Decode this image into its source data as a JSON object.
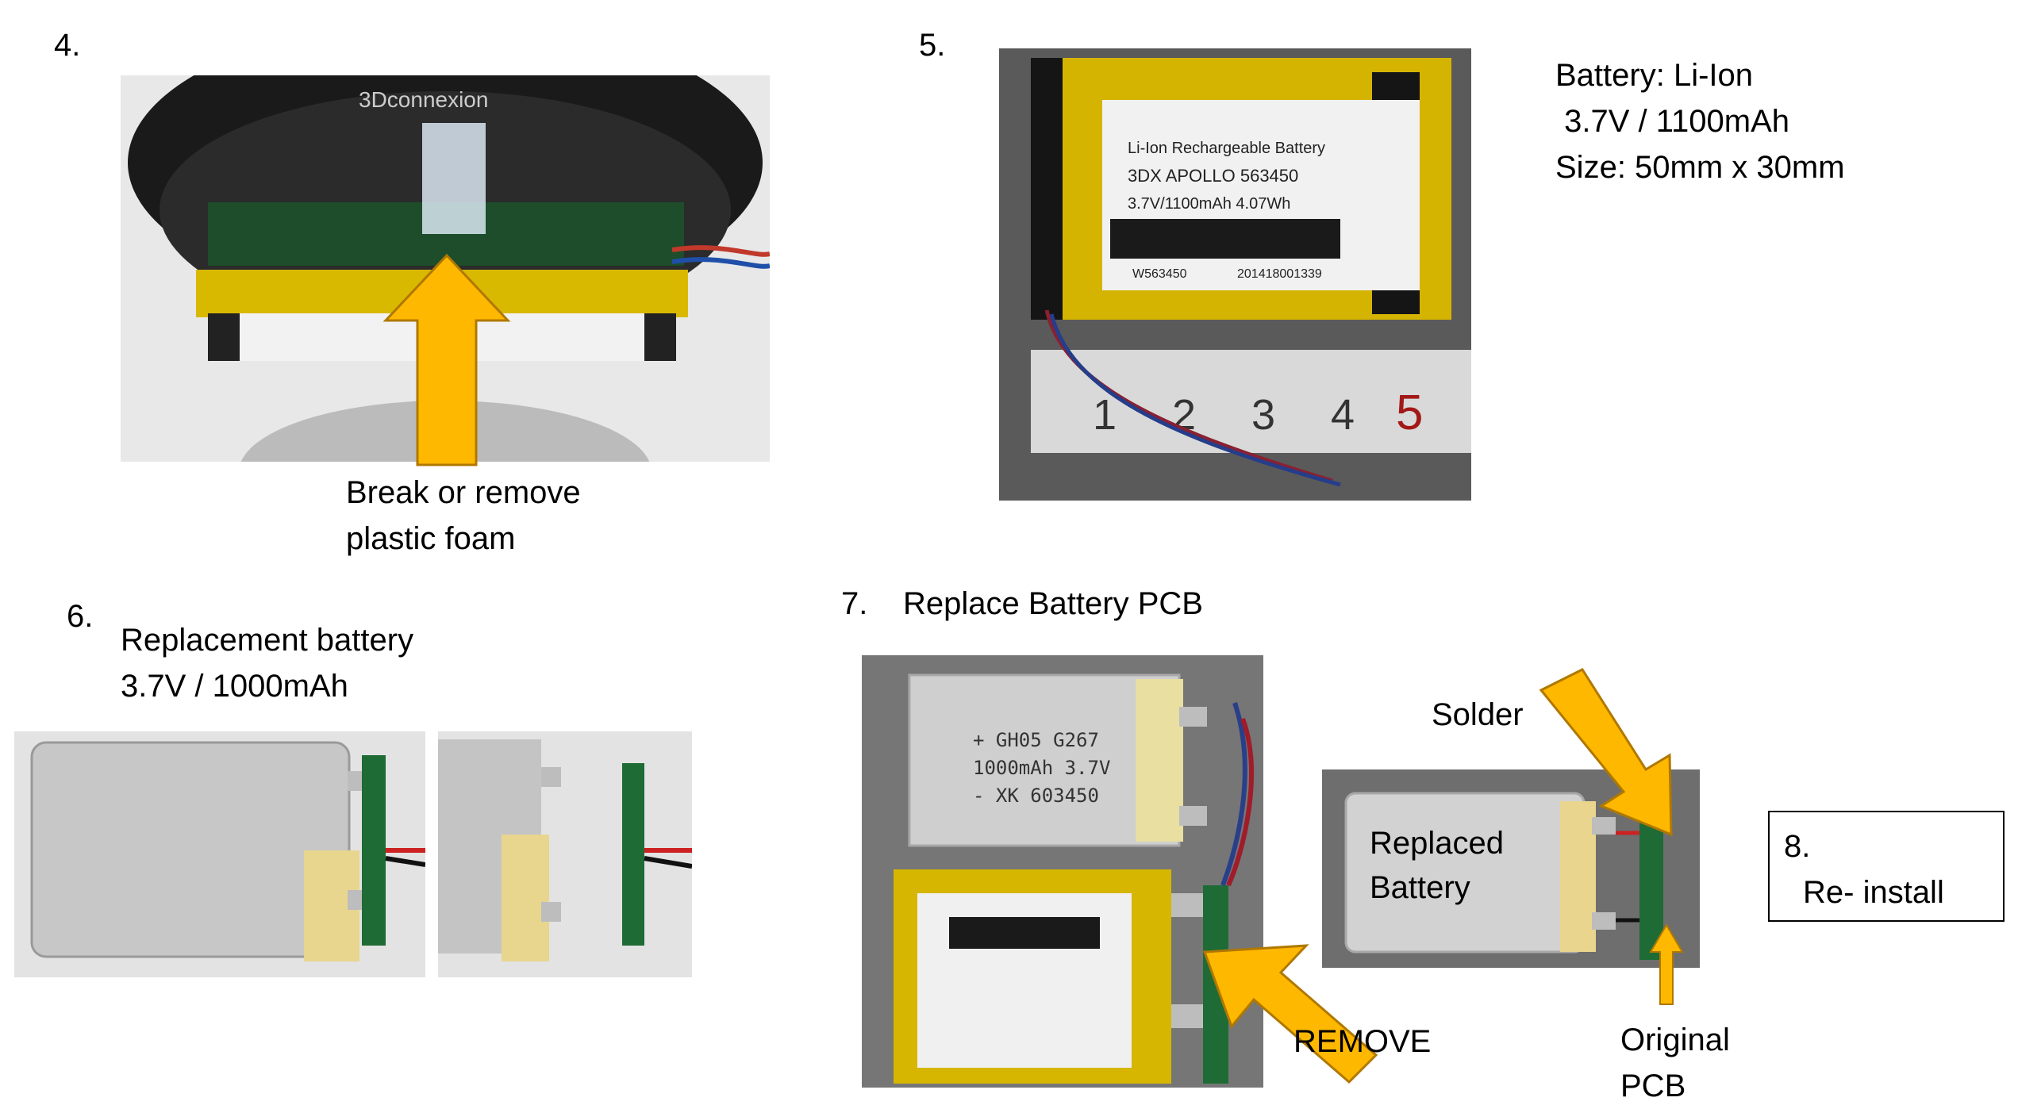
{
  "steps": {
    "s4": {
      "number": "4.",
      "caption_line1": "Break or remove",
      "caption_line2": "plastic foam"
    },
    "s5": {
      "number": "5.",
      "spec_line1": "Battery: Li-Ion",
      "spec_line2": " 3.7V / 1100mAh",
      "spec_line3": "Size: 50mm x 30mm"
    },
    "s6": {
      "number": "6.",
      "title_line1": "Replacement battery",
      "title_line2": "3.7V / 1000mAh"
    },
    "s7": {
      "number": "7.",
      "title": "Replace Battery PCB",
      "label_solder": "Solder",
      "label_replaced_1": "Replaced",
      "label_replaced_2": "Battery",
      "label_remove": "REMOVE",
      "label_original_1": "Original",
      "label_original_2": "PCB"
    },
    "s8": {
      "number": "8.",
      "title": "Re- install"
    }
  },
  "photo_text": {
    "brand": "3Dconnexion",
    "old_battery_line1": "Li-Ion Rechargeable Battery",
    "old_battery_line2": "3DX APOLLO 563450",
    "old_battery_line3": "3.7V/1100mAh  4.07Wh",
    "old_battery_serial_a": "W563450",
    "old_battery_serial_b": "201418001339",
    "ruler_marks": [
      "1",
      "2",
      "3",
      "4",
      "5"
    ],
    "new_battery_line1": "+ GH05 G267",
    "new_battery_line2": "1000mAh 3.7V",
    "new_battery_line3": "- XK 603450"
  },
  "colors": {
    "arrow": "#FFB800",
    "arrow_outline": "#B07800",
    "battery_foil": "#C9C9C9",
    "kapton": "#D8B400",
    "pcb": "#1E6B35"
  }
}
